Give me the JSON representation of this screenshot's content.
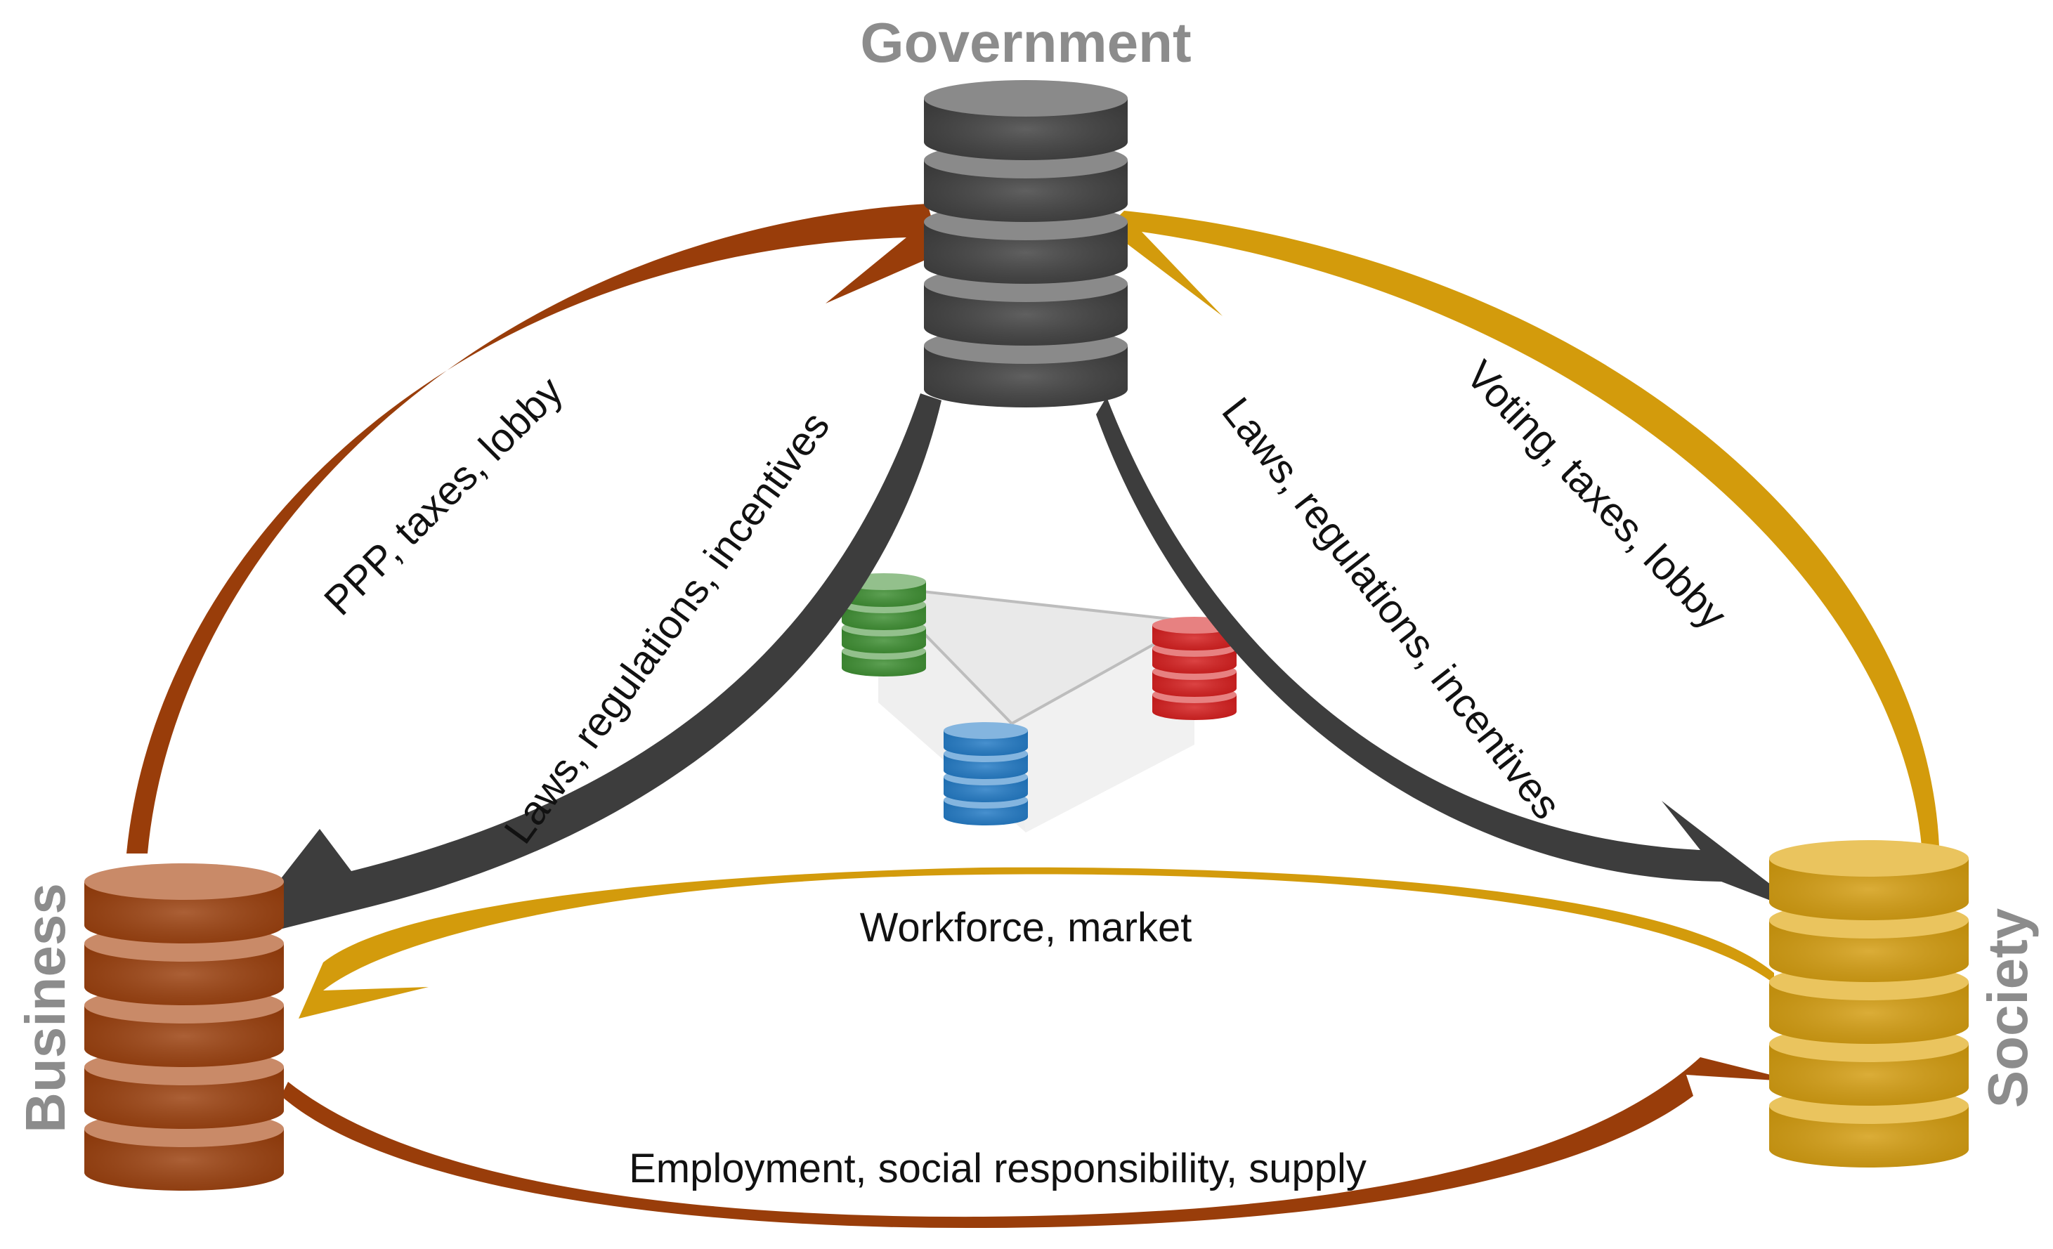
{
  "nodes": {
    "government": {
      "label": "Government",
      "color": "#3d3d3d",
      "top_color": "#8a8a8a"
    },
    "business": {
      "label": "Business",
      "color": "#993d0a",
      "top_color": "#c98a68"
    },
    "society": {
      "label": "Society",
      "color": "#d39b0c",
      "top_color": "#eac45e"
    }
  },
  "flows": {
    "business_to_government": {
      "label": "PPP, taxes, lobby",
      "color": "#993d0a"
    },
    "government_to_business": {
      "label": "Laws, regulations, incentives",
      "color": "#3d3d3d"
    },
    "government_to_society": {
      "label": "Laws, regulations, incentives",
      "color": "#3d3d3d"
    },
    "society_to_government": {
      "label": "Voting, taxes, lobby",
      "color": "#d39b0c"
    },
    "society_to_business": {
      "label": "Workforce, market",
      "color": "#d39b0c"
    },
    "business_to_society": {
      "label": "Employment, social responsibility, supply",
      "color": "#993d0a"
    }
  },
  "center_icon": {
    "stacks": [
      {
        "name": "green-stack",
        "color": "#3a8c2e"
      },
      {
        "name": "red-stack",
        "color": "#d41a1a"
      },
      {
        "name": "blue-stack",
        "color": "#1f78c4"
      }
    ]
  }
}
